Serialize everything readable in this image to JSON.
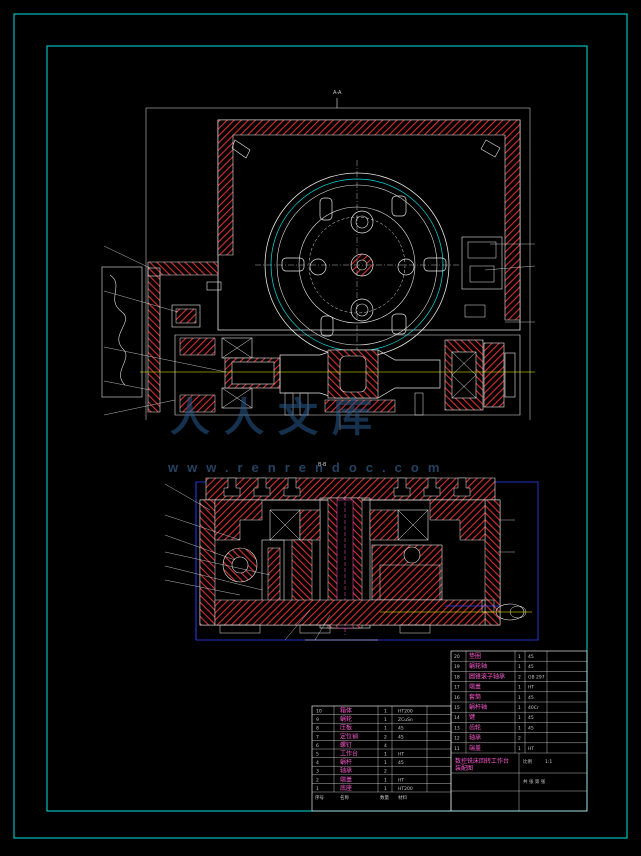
{
  "drawing": {
    "colors": {
      "background": "#000000",
      "frame": "#00e0e0",
      "hatch": "#d83030",
      "outline": "#e6e6e6",
      "centerline": "#ffff00",
      "dimension": "#2f3fff",
      "text": "#c8c8c8",
      "magenta": "#ff5ad2"
    },
    "section_label_top": "A-A",
    "section_label_bottom": "B-B",
    "watermark_text": "人人文库",
    "watermark_url": "www.renrendoc.com"
  },
  "parts_list_right": [
    {
      "no": "20",
      "name": "垫圈",
      "qty": "1",
      "mat": "45"
    },
    {
      "no": "19",
      "name": "蜗轮轴",
      "qty": "1",
      "mat": "45"
    },
    {
      "no": "18",
      "name": "圆锥滚子轴承",
      "qty": "2",
      "mat": "GB 297"
    },
    {
      "no": "17",
      "name": "端盖",
      "qty": "1",
      "mat": "HT"
    },
    {
      "no": "16",
      "name": "套筒",
      "qty": "1",
      "mat": "45"
    },
    {
      "no": "15",
      "name": "蜗杆轴",
      "qty": "1",
      "mat": "40Cr"
    },
    {
      "no": "14",
      "name": "键",
      "qty": "1",
      "mat": "45"
    },
    {
      "no": "13",
      "name": "齿轮",
      "qty": "1",
      "mat": "45"
    },
    {
      "no": "12",
      "name": "轴承",
      "qty": "2",
      "mat": ""
    },
    {
      "no": "11",
      "name": "端盖",
      "qty": "1",
      "mat": "HT"
    }
  ],
  "parts_list_left": [
    {
      "no": "10",
      "name": "箱体",
      "qty": "1",
      "mat": "HT200"
    },
    {
      "no": "9",
      "name": "蜗轮",
      "qty": "1",
      "mat": "ZCuSn"
    },
    {
      "no": "8",
      "name": "压板",
      "qty": "1",
      "mat": "45"
    },
    {
      "no": "7",
      "name": "定位销",
      "qty": "2",
      "mat": "45"
    },
    {
      "no": "6",
      "name": "螺钉",
      "qty": "4",
      "mat": ""
    },
    {
      "no": "5",
      "name": "工作台",
      "qty": "1",
      "mat": "HT"
    },
    {
      "no": "4",
      "name": "蜗杆",
      "qty": "1",
      "mat": "45"
    },
    {
      "no": "3",
      "name": "轴承",
      "qty": "2",
      "mat": ""
    },
    {
      "no": "2",
      "name": "端盖",
      "qty": "1",
      "mat": "HT"
    },
    {
      "no": "1",
      "name": "底座",
      "qty": "1",
      "mat": "HT200"
    }
  ],
  "title_block": {
    "header_no": "序号",
    "header_name": "名称",
    "header_qty": "数量",
    "header_mat": "材料",
    "drawing_title": "数控铣床回转工作台",
    "assembly_title": "装配图",
    "scale_label": "比例",
    "scale_value": "1:1",
    "sheet_label": "共 张 第 张"
  }
}
